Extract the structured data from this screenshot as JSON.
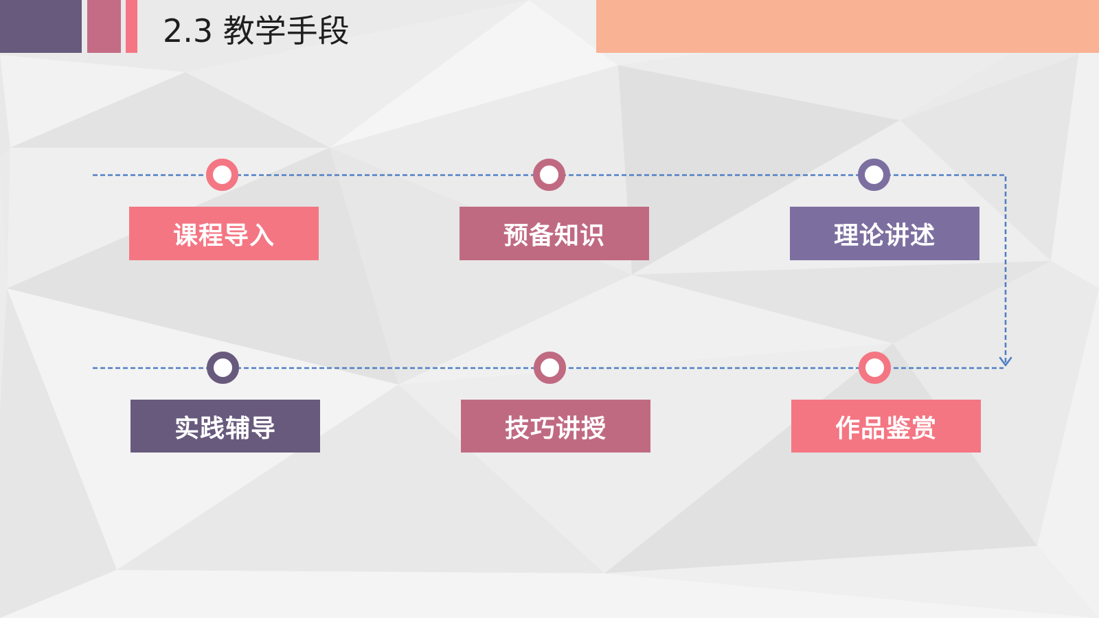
{
  "header": {
    "title": "2.3 教学手段"
  },
  "theme": {
    "dark_purple": "#685A7D",
    "mauve": "#C46C85",
    "pink": "#F57585",
    "orange": "#F9B294",
    "connector": "#4F7FC4"
  },
  "flow": {
    "rows": [
      {
        "steps": [
          {
            "label": "课程导入",
            "color": "#F47683"
          },
          {
            "label": "预备知识",
            "color": "#C06A82"
          },
          {
            "label": "理论讲述",
            "color": "#7C6FA0"
          }
        ]
      },
      {
        "steps": [
          {
            "label": "实践辅导",
            "color": "#685A7D"
          },
          {
            "label": "技巧讲授",
            "color": "#C06A82"
          },
          {
            "label": "作品鉴赏",
            "color": "#F47683"
          }
        ]
      }
    ]
  }
}
